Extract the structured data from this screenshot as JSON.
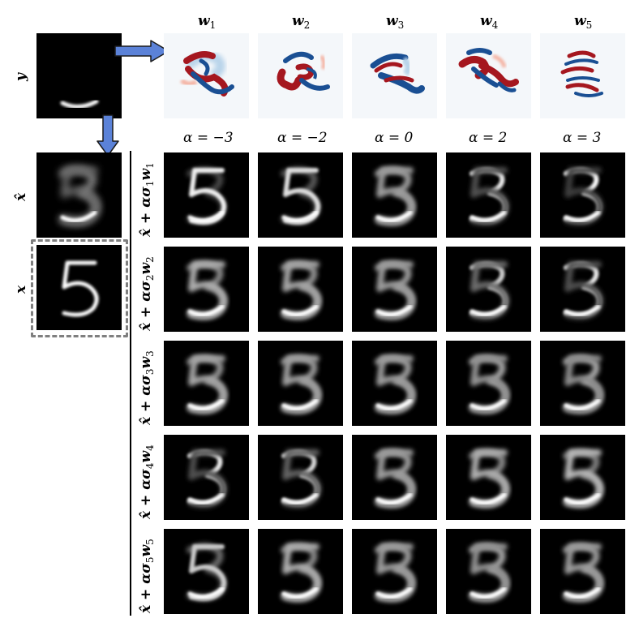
{
  "colors": {
    "background": "#ffffff",
    "tile_background": "#000000",
    "stroke": "#ffffff",
    "arrow": "#5b82d8",
    "arrow_outline": "#1a1a1a",
    "dashed_box": "#7f7f7f",
    "weight_positive": "#a5171f",
    "weight_negative": "#1a4f93",
    "weight_light_red": "#f4b5a6",
    "weight_light_blue": "#b9d4ea",
    "weight_background": "#f4f7fa"
  },
  "labels": {
    "y": "y",
    "x_hat": "x̂",
    "x": "x",
    "w_symbol": "w",
    "row_prefix": "x̂ + ασ",
    "row_w": "w"
  },
  "weights": [
    {
      "symbol": "w",
      "sub": "1"
    },
    {
      "symbol": "w",
      "sub": "2"
    },
    {
      "symbol": "w",
      "sub": "3"
    },
    {
      "symbol": "w",
      "sub": "4"
    },
    {
      "symbol": "w",
      "sub": "5"
    }
  ],
  "alphas": [
    "α = −3",
    "α = −2",
    "α = 0",
    "α = 2",
    "α = 3"
  ],
  "rows": [
    {
      "sub": "1"
    },
    {
      "sub": "2"
    },
    {
      "sub": "3"
    },
    {
      "sub": "4"
    },
    {
      "sub": "5"
    }
  ],
  "icons": {
    "right_arrow": "right-arrow-icon",
    "down_arrow": "down-arrow-icon"
  }
}
